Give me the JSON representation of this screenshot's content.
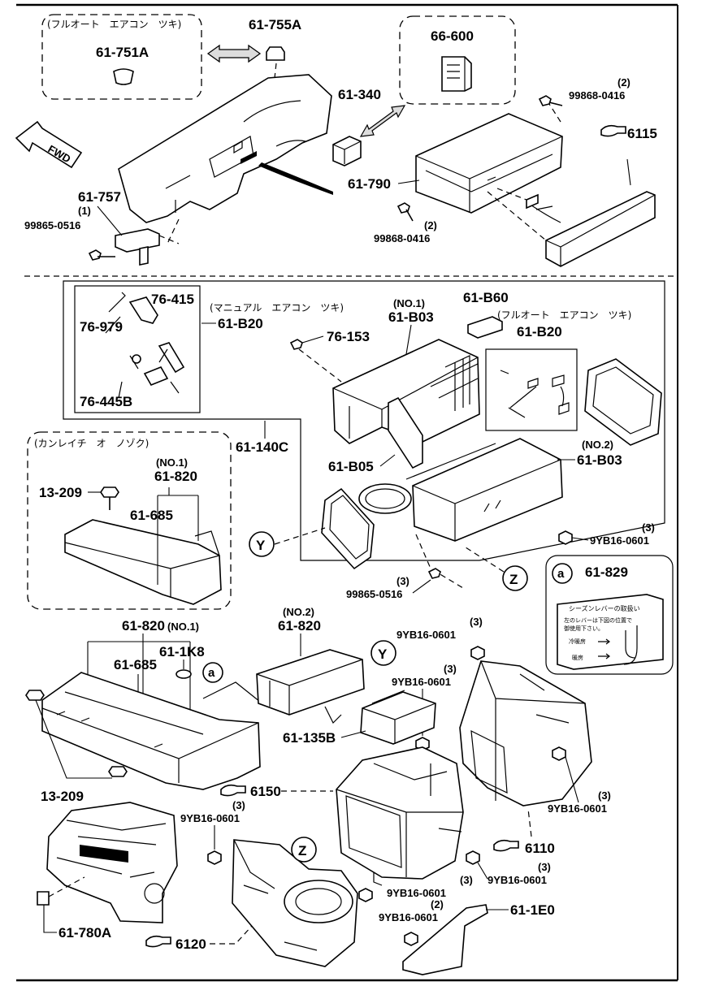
{
  "groups": {
    "full_auto_top": "(フルオート　エアコン　ツキ)",
    "manual": "(マニュアル　エアコン　ツキ)",
    "full_auto_mid": "(フルオート　エアコン　ツキ)",
    "cold_zone": "(カンレイチ　オ　ノゾク)"
  },
  "parts": {
    "p61_755A": "61-755A",
    "p61_751A": "61-751A",
    "p66_600": "66-600",
    "p61_340": "61-340",
    "p99868_0416_top": "99868-0416",
    "q2_top": "(2)",
    "ref6115": "6115",
    "p61_757": "61-757",
    "q1": "(1)",
    "p99865_0516_top": "99865-0516",
    "p61_790": "61-790",
    "q2_bot": "(2)",
    "p99868_0416_bot": "99868-0416",
    "fwd": "FWD",
    "p76_979": "76-979",
    "p76_415": "76-415",
    "p61_B20_a": "61-B20",
    "p76_445B": "76-445B",
    "no1_a": "(NO.1)",
    "p61_B03_a": "61-B03",
    "p61_B60": "61-B60",
    "p61_B20_b": "61-B20",
    "p76_153": "76-153",
    "p61_140C": "61-140C",
    "no1_b": "(NO.1)",
    "p61_820_a": "61-820",
    "p13_209_a": "13-209",
    "p61_685_a": "61-685",
    "p61_B05": "61-B05",
    "no2_a": "(NO.2)",
    "p61_B03_b": "61-B03",
    "markY": "Y",
    "markZ": "Z",
    "markA": "a",
    "q3_a": "(3)",
    "p9YB16_a": "9YB16-0601",
    "q3_b": "(3)",
    "p99865_0516_mid": "99865-0516",
    "p61_829": "61-829",
    "p61_820_b": "61-820",
    "no1_c": "(NO.1)",
    "no2_b": "(NO.2)",
    "p61_820_c": "61-820",
    "q3_c": "(3)",
    "p9YB16_b": "9YB16-0601",
    "p61_1K8": "61-1K8",
    "p61_685_b": "61-685",
    "p9YB16_c": "9YB16-0601",
    "q3_d": "(3)",
    "p61_135B": "61-135B",
    "p13_209_b": "13-209",
    "ref6150": "6150",
    "q3_e": "(3)",
    "p9YB16_d": "9YB16-0601",
    "q3_f": "(3)",
    "p9YB16_e": "9YB16-0601",
    "ref6110": "6110",
    "q3_g": "(3)",
    "p9YB16_f": "9YB16-0601",
    "q3_h": "(3)",
    "p9YB16_g": "9YB16-0601",
    "q2_c": "(2)",
    "p9YB16_h": "9YB16-0601",
    "p61_1E0": "61-1E0",
    "p61_780A": "61-780A",
    "ref6120": "6120"
  },
  "placard": {
    "title": "シーズンレバーの取扱い",
    "line1": "左のレバーは下図の位置で",
    "line2": "御使用下さい。",
    "row1": "冷暖房",
    "row2": "暖房"
  }
}
